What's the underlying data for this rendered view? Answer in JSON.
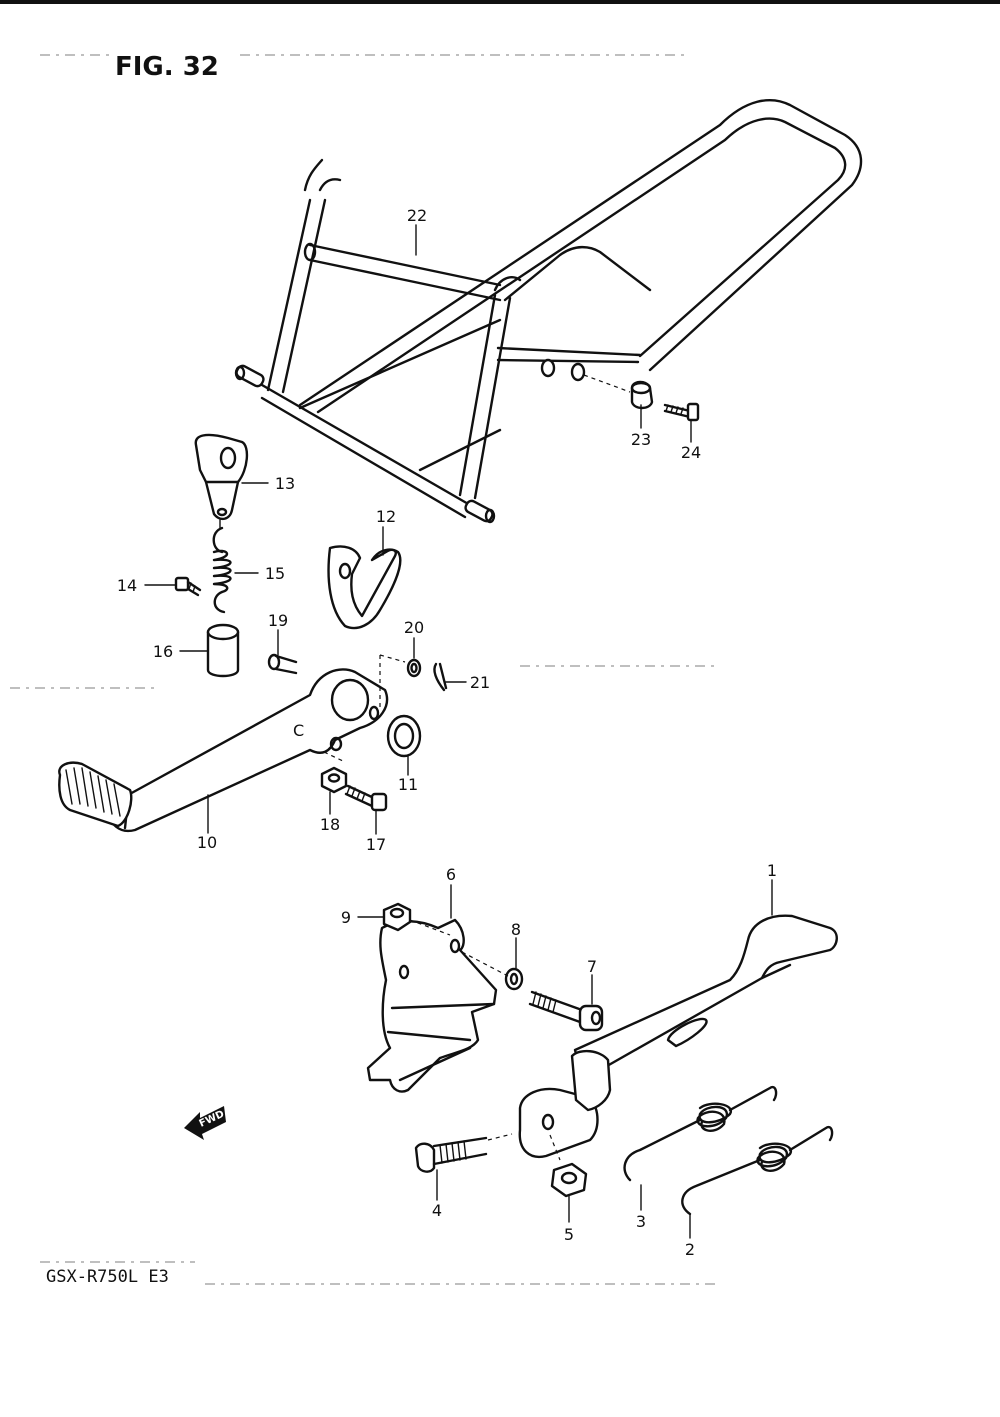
{
  "figure": {
    "title": "FIG. 32",
    "model": "GSX-R750L  E3",
    "direction_marker": "FWD"
  },
  "callouts": [
    "1",
    "2",
    "3",
    "4",
    "5",
    "6",
    "7",
    "8",
    "9",
    "10",
    "11",
    "12",
    "13",
    "14",
    "15",
    "16",
    "17",
    "18",
    "19",
    "20",
    "21",
    "22",
    "23",
    "24"
  ],
  "text_marks": {
    "pedal_stamp": "C"
  }
}
